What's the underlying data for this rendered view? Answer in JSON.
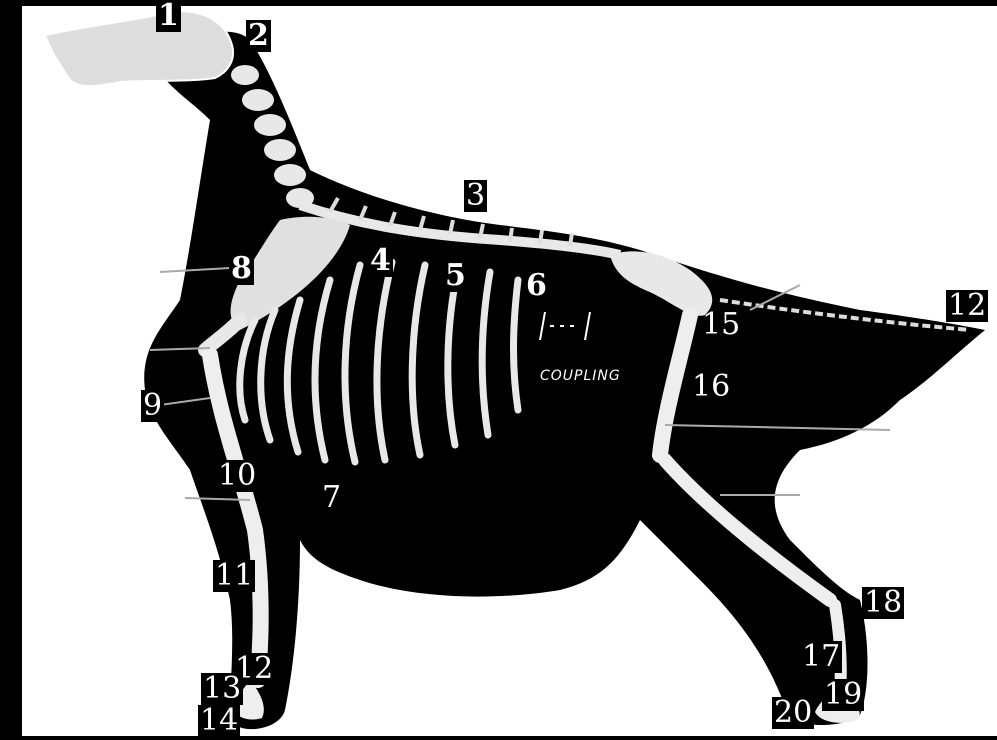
{
  "diagram": {
    "annotation_coupling": "COUPLING",
    "labels": [
      {
        "id": "1",
        "text": "1"
      },
      {
        "id": "2",
        "text": "2"
      },
      {
        "id": "3",
        "text": "3"
      },
      {
        "id": "4",
        "text": "4"
      },
      {
        "id": "5",
        "text": "5"
      },
      {
        "id": "6",
        "text": "6"
      },
      {
        "id": "7",
        "text": "7"
      },
      {
        "id": "8",
        "text": "8"
      },
      {
        "id": "9",
        "text": "9"
      },
      {
        "id": "10",
        "text": "10"
      },
      {
        "id": "11",
        "text": "11"
      },
      {
        "id": "12a",
        "text": "12"
      },
      {
        "id": "12b",
        "text": "12"
      },
      {
        "id": "13",
        "text": "13"
      },
      {
        "id": "14",
        "text": "14"
      },
      {
        "id": "15",
        "text": "15"
      },
      {
        "id": "16",
        "text": "16"
      },
      {
        "id": "17",
        "text": "17"
      },
      {
        "id": "18",
        "text": "18"
      },
      {
        "id": "19",
        "text": "19"
      },
      {
        "id": "20",
        "text": "20"
      }
    ]
  }
}
